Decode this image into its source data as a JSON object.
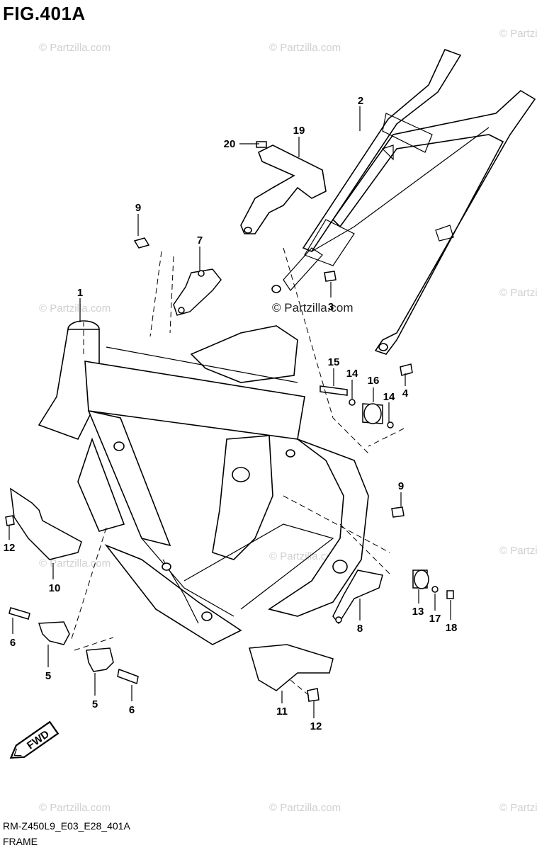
{
  "figure": {
    "title": "FIG.401A",
    "model_code": "RM-Z450L9_E03_E28_401A",
    "section_name": "FRAME"
  },
  "watermark": {
    "brand": "© Partzilla.com",
    "main": "© Partzilla.com"
  },
  "direction_badge": {
    "label": "FWD"
  },
  "callouts": [
    {
      "id": "callout-1",
      "label": "1"
    },
    {
      "id": "callout-2",
      "label": "2"
    },
    {
      "id": "callout-3",
      "label": "3"
    },
    {
      "id": "callout-4",
      "label": "4"
    },
    {
      "id": "callout-5a",
      "label": "5"
    },
    {
      "id": "callout-5b",
      "label": "5"
    },
    {
      "id": "callout-6a",
      "label": "6"
    },
    {
      "id": "callout-6b",
      "label": "6"
    },
    {
      "id": "callout-7",
      "label": "7"
    },
    {
      "id": "callout-8",
      "label": "8"
    },
    {
      "id": "callout-9a",
      "label": "9"
    },
    {
      "id": "callout-9b",
      "label": "9"
    },
    {
      "id": "callout-10",
      "label": "10"
    },
    {
      "id": "callout-11",
      "label": "11"
    },
    {
      "id": "callout-12a",
      "label": "12"
    },
    {
      "id": "callout-12b",
      "label": "12"
    },
    {
      "id": "callout-13",
      "label": "13"
    },
    {
      "id": "callout-14a",
      "label": "14"
    },
    {
      "id": "callout-14b",
      "label": "14"
    },
    {
      "id": "callout-15",
      "label": "15"
    },
    {
      "id": "callout-16",
      "label": "16"
    },
    {
      "id": "callout-17",
      "label": "17"
    },
    {
      "id": "callout-18",
      "label": "18"
    },
    {
      "id": "callout-19",
      "label": "19"
    },
    {
      "id": "callout-20",
      "label": "20"
    }
  ]
}
